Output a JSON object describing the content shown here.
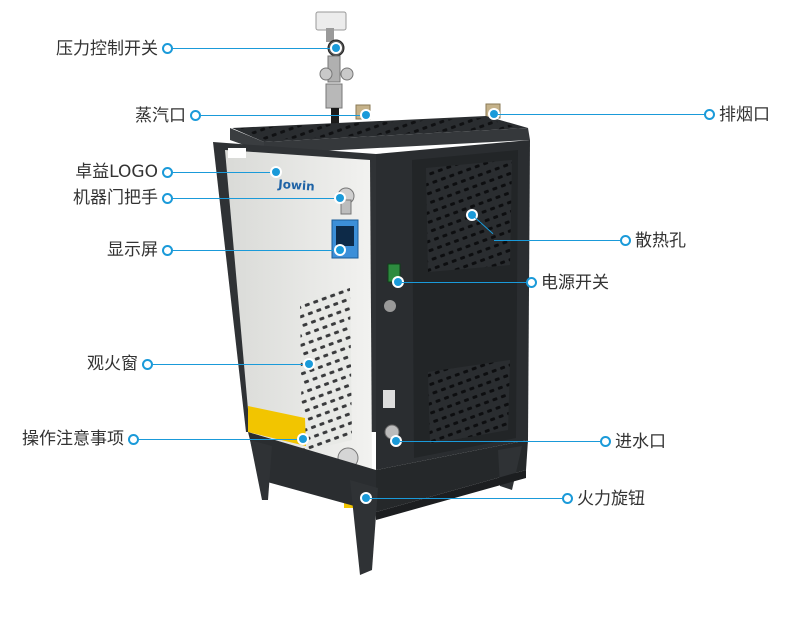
{
  "product": {
    "brand_logo_text": "Jowin",
    "colors": {
      "accent": "#1a9ad9",
      "frame": "#2f3235",
      "front_panel": "#e8e9e6",
      "side_panel": "#2a2d30",
      "warning_label": "#f2c500"
    }
  },
  "callouts": [
    {
      "id": "pressure-switch",
      "label": "压力控制开关",
      "side": "left"
    },
    {
      "id": "steam-outlet",
      "label": "蒸汽口",
      "side": "left"
    },
    {
      "id": "logo",
      "label": "卓益LOGO",
      "side": "left"
    },
    {
      "id": "door-handle",
      "label": "机器门把手",
      "side": "left"
    },
    {
      "id": "display-screen",
      "label": "显示屏",
      "side": "left"
    },
    {
      "id": "viewing-window",
      "label": "观火窗",
      "side": "left"
    },
    {
      "id": "operation-notes",
      "label": "操作注意事项",
      "side": "left"
    },
    {
      "id": "chimney",
      "label": "排烟口",
      "side": "right"
    },
    {
      "id": "heat-vents",
      "label": "散热孔",
      "side": "right"
    },
    {
      "id": "power-switch",
      "label": "电源开关",
      "side": "right"
    },
    {
      "id": "water-inlet",
      "label": "进水口",
      "side": "right"
    },
    {
      "id": "fire-knob",
      "label": "火力旋钮",
      "side": "right"
    }
  ]
}
